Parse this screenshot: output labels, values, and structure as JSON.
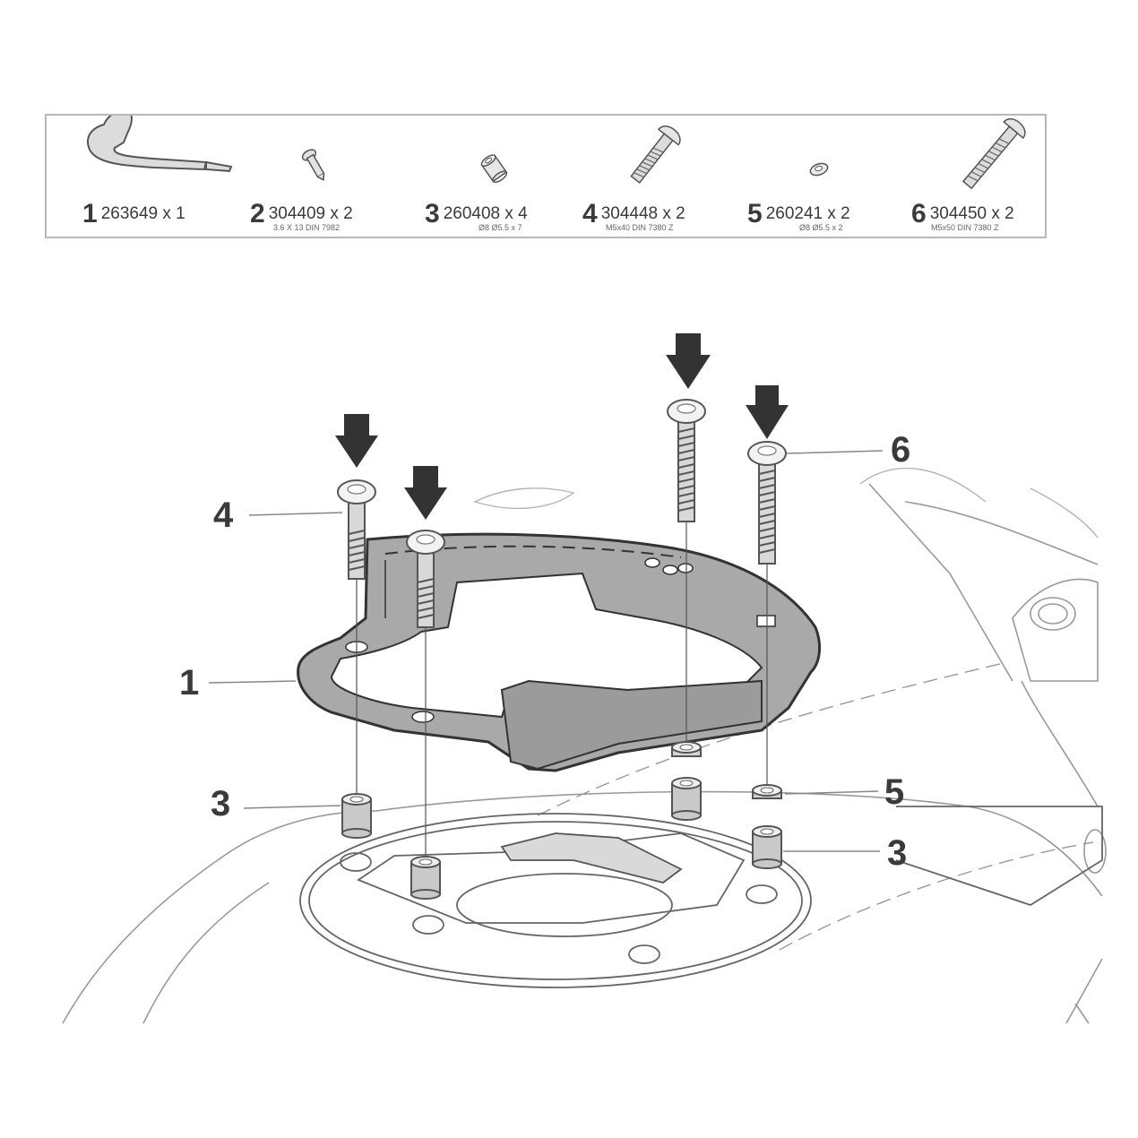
{
  "parts": [
    {
      "num": "1",
      "code": "263649 x 1",
      "spec": "",
      "icon": "bracket-icon"
    },
    {
      "num": "2",
      "code": "304409 x 2",
      "spec": "3.6 X 13 DIN 7982",
      "icon": "small-screw-icon"
    },
    {
      "num": "3",
      "code": "260408 x 4",
      "spec": "Ø8 Ø5.5 x 7",
      "icon": "spacer-icon"
    },
    {
      "num": "4",
      "code": "304448 x 2",
      "spec": "M5x40 DIN 7380 Z",
      "icon": "bolt-m5x40-icon"
    },
    {
      "num": "5",
      "code": "260241 x 2",
      "spec": "Ø8 Ø5.5 x 2",
      "icon": "washer-icon"
    },
    {
      "num": "6",
      "code": "304450 x 2",
      "spec": "M5x50 DIN 7380 Z",
      "icon": "bolt-m5x50-icon"
    }
  ],
  "callouts": {
    "c4": "4",
    "c6": "6",
    "c1": "1",
    "c3_left": "3",
    "c5": "5",
    "c3_right": "3"
  },
  "colors": {
    "line": "#555555",
    "part_fill": "#a9a9a9",
    "arrow": "#333333",
    "light_line": "#9a9a9a"
  }
}
